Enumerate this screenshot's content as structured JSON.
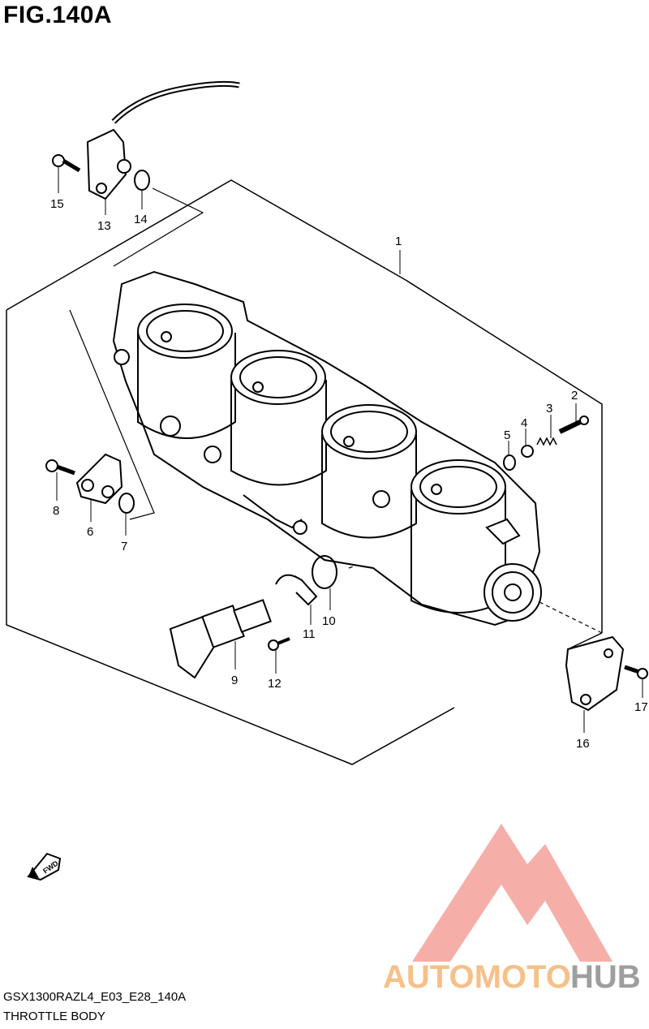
{
  "figure": {
    "title": "FIG.140A",
    "model_code": "GSX1300RAZL4_E03_E28_140A",
    "section_name": "THROTTLE BODY"
  },
  "callouts": [
    {
      "id": "1",
      "label": "1"
    },
    {
      "id": "2",
      "label": "2"
    },
    {
      "id": "3",
      "label": "3"
    },
    {
      "id": "4",
      "label": "4"
    },
    {
      "id": "5",
      "label": "5"
    },
    {
      "id": "6",
      "label": "6"
    },
    {
      "id": "7",
      "label": "7"
    },
    {
      "id": "8",
      "label": "8"
    },
    {
      "id": "9",
      "label": "9"
    },
    {
      "id": "10",
      "label": "10"
    },
    {
      "id": "11",
      "label": "11"
    },
    {
      "id": "12",
      "label": "12"
    },
    {
      "id": "13",
      "label": "13"
    },
    {
      "id": "14",
      "label": "14"
    },
    {
      "id": "15",
      "label": "15"
    },
    {
      "id": "16",
      "label": "16"
    },
    {
      "id": "17",
      "label": "17"
    }
  ],
  "fwd_label": "FWD",
  "watermark": {
    "text_part1": "AUTOMOTO",
    "text_part2": "HUB",
    "color_main": "#f4a09a",
    "color_accent": "#f6c089",
    "color_hub": "#9e9e9e"
  }
}
